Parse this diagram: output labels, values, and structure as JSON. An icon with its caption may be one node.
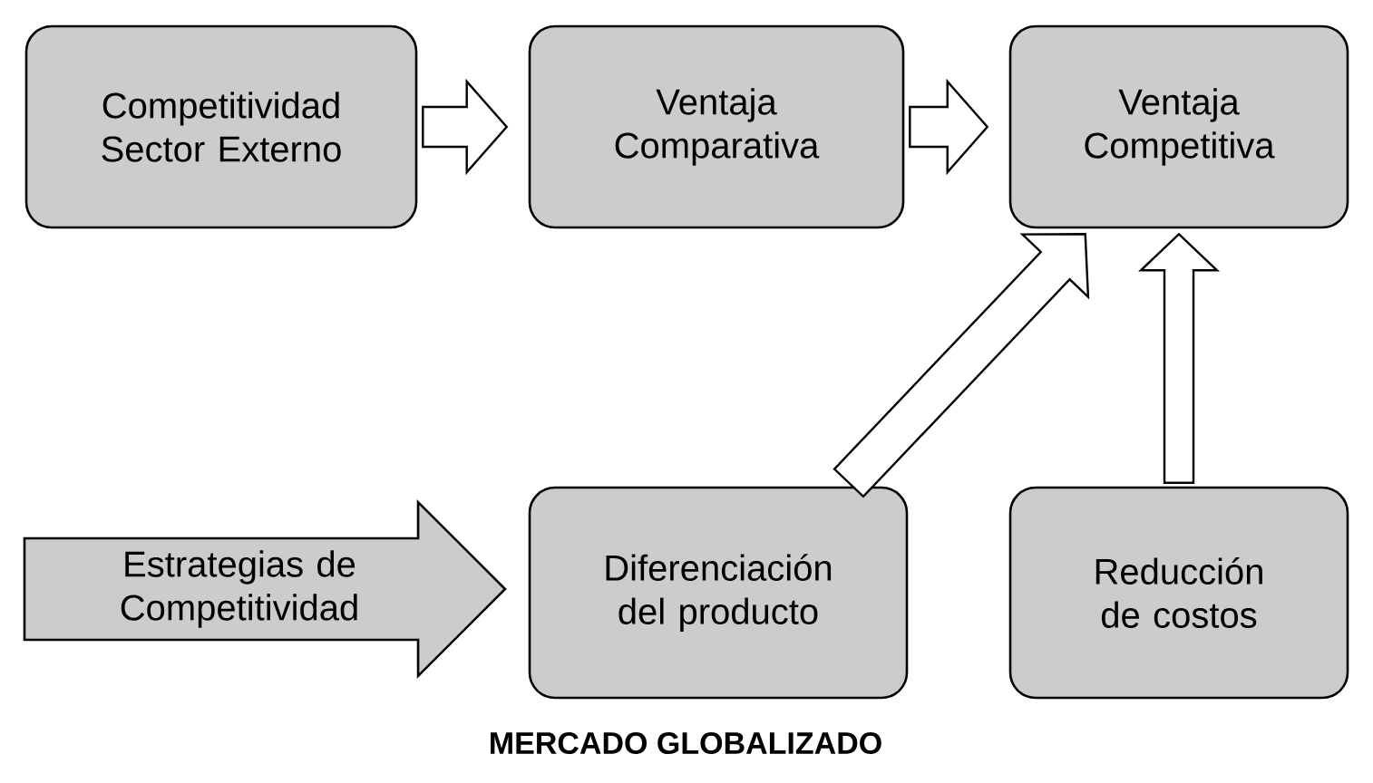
{
  "diagram": {
    "nodes": [
      {
        "text": [
          "Competitividad Sector Externo"
        ]
      },
      {
        "text": [
          "Ventaja Comparativa"
        ]
      },
      {
        "text": [
          "Ventaja Competitiva"
        ]
      },
      {
        "text": [
          "Estrategias de Competitividad"
        ]
      },
      {
        "text": [
          "Diferenciación del producto"
        ]
      },
      {
        "text": [
          "Reducción de costos"
        ]
      }
    ],
    "edges": [
      {
        "from": 0,
        "to": 1,
        "arrow": "to"
      },
      {
        "from": 1,
        "to": 2,
        "arrow": "to"
      },
      {
        "from": 4,
        "to": 2,
        "arrow": "to"
      },
      {
        "from": 5,
        "to": 2,
        "arrow": "to"
      }
    ],
    "labels": [
      "MERCADO GLOBALIZADO"
    ]
  }
}
